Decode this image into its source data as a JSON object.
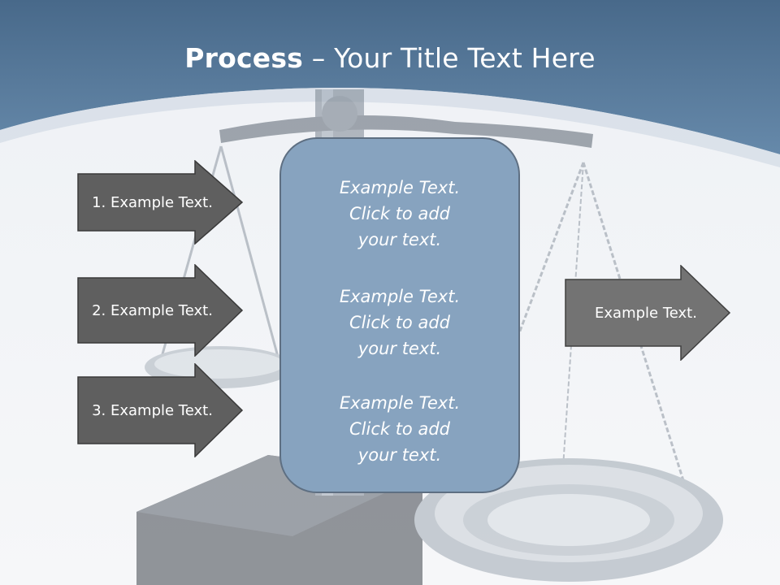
{
  "slide": {
    "title_bold": "Process",
    "title_rest": " – Your Title Text Here",
    "left_arrows": [
      {
        "label": "1. Example Text."
      },
      {
        "label": "2. Example Text."
      },
      {
        "label": "3. Example Text."
      }
    ],
    "center_panel": {
      "blocks": [
        {
          "line1": "Example Text.",
          "line2": "Click  to add",
          "line3": "your text."
        },
        {
          "line1": "Example Text.",
          "line2": "Click  to add",
          "line3": "your text."
        },
        {
          "line1": "Example Text.",
          "line2": "Click  to add",
          "line3": "your text."
        }
      ]
    },
    "right_arrow": {
      "label": "Example Text."
    }
  },
  "colors": {
    "header_blue": "#4f7597",
    "arrow_dark": "#5f5f5f",
    "arrow_mid": "#737373",
    "panel_blue": "#87a3bf"
  }
}
